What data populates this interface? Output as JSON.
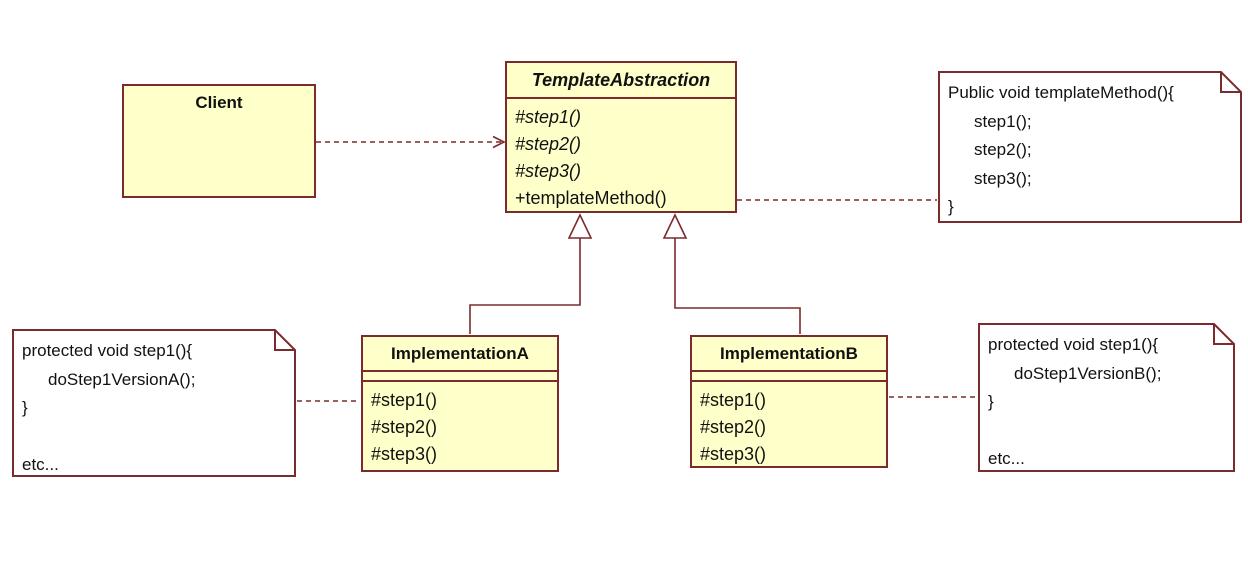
{
  "colors": {
    "class_fill": "#FFFFC9",
    "line": "#7B2B2B",
    "note_fill": "#FFFFFF",
    "text": "#111111"
  },
  "classes": {
    "client": {
      "name": "Client"
    },
    "template_abstraction": {
      "name": "TemplateAbstraction",
      "methods": [
        "#step1()",
        "#step2()",
        "#step3()",
        "+templateMethod()"
      ]
    },
    "implementation_a": {
      "name": "ImplementationA",
      "methods": [
        "#step1()",
        "#step2()",
        "#step3()"
      ]
    },
    "implementation_b": {
      "name": "ImplementationB",
      "methods": [
        "#step1()",
        "#step2()",
        "#step3()"
      ]
    }
  },
  "notes": {
    "template_method_body": {
      "lines": [
        "Public void templateMethod(){",
        "step1();",
        "step2();",
        "step3();",
        "}"
      ]
    },
    "step1_version_a": {
      "lines": [
        "protected void step1(){",
        "doStep1VersionA();",
        "}",
        "",
        "etc..."
      ]
    },
    "step1_version_b": {
      "lines": [
        "protected void step1(){",
        "doStep1VersionB();",
        "}",
        "",
        "etc..."
      ]
    }
  }
}
